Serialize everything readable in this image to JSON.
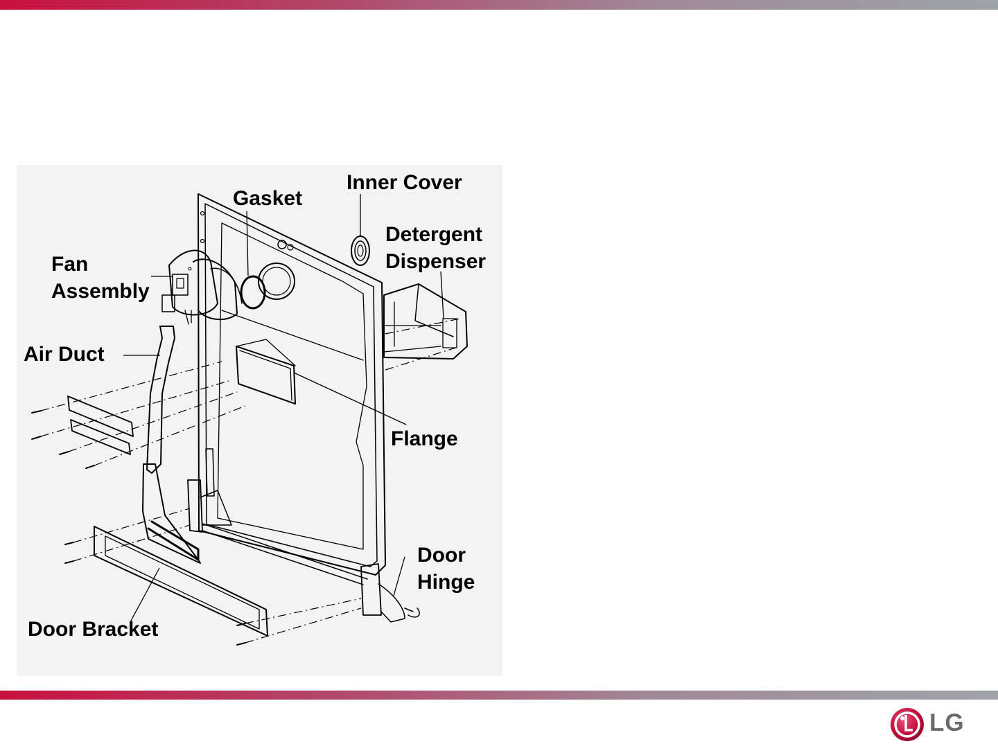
{
  "slide": {
    "accent_color": "#c8103e",
    "band_end_color": "#9ea3aa",
    "panel_color": "#f3f3f3"
  },
  "diagram": {
    "labels": {
      "inner_cover": "Inner Cover",
      "gasket": "Gasket",
      "detergent_dispenser_1": "Detergent",
      "detergent_dispenser_2": "Dispenser",
      "fan_assembly_1": "Fan",
      "fan_assembly_2": "Assembly",
      "air_duct": "Air Duct",
      "flange": "Flange",
      "door_hinge_1": "Door",
      "door_hinge_2": "Hinge",
      "door_bracket": "Door Bracket"
    }
  },
  "logo": {
    "brand_text": "LG",
    "symbol_color": "#c8103e",
    "text_color": "#6b6b6b"
  }
}
